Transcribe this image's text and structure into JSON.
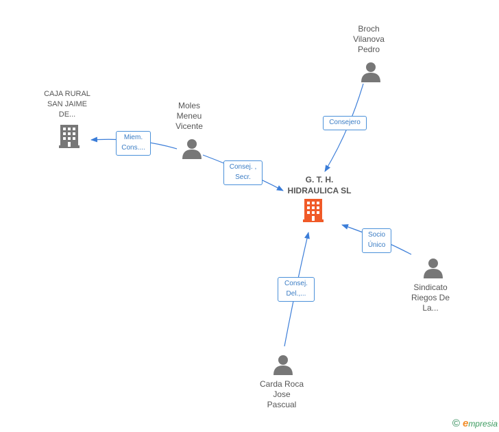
{
  "colors": {
    "edge": "#3b7dd8",
    "person_icon": "#777777",
    "company_icon": "#777777",
    "main_company_icon": "#f05a28",
    "label_border": "#4a90d9"
  },
  "nodes": {
    "main": {
      "lines": [
        "G. T. H.",
        "HIDRAULICA SL"
      ],
      "icon": "building-icon"
    },
    "caja": {
      "lines": [
        "CAJA RURAL",
        "SAN JAIME",
        "DE..."
      ],
      "icon": "building-icon"
    },
    "moles": {
      "lines": [
        "Moles",
        "Meneu",
        "Vicente"
      ],
      "icon": "person-icon"
    },
    "broch": {
      "lines": [
        "Broch",
        "Vilanova",
        "Pedro"
      ],
      "icon": "person-icon"
    },
    "sindicato": {
      "lines": [
        "Sindicato",
        "Riegos De",
        "La..."
      ],
      "icon": "person-icon"
    },
    "carda": {
      "lines": [
        "Carda Roca",
        "Jose",
        "Pascual"
      ],
      "icon": "person-icon"
    }
  },
  "edges": {
    "moles_caja": [
      "Miem.",
      "Cons...."
    ],
    "moles_main": [
      "Consej. ,",
      "Secr."
    ],
    "broch_main": [
      "Consejero"
    ],
    "sindicato_main": [
      "Socio",
      "Único"
    ],
    "carda_main": [
      "Consej.",
      "Del.,..."
    ]
  },
  "footer": {
    "copyright": "©",
    "brand_e": "e",
    "brand_rest": "mpresia"
  }
}
